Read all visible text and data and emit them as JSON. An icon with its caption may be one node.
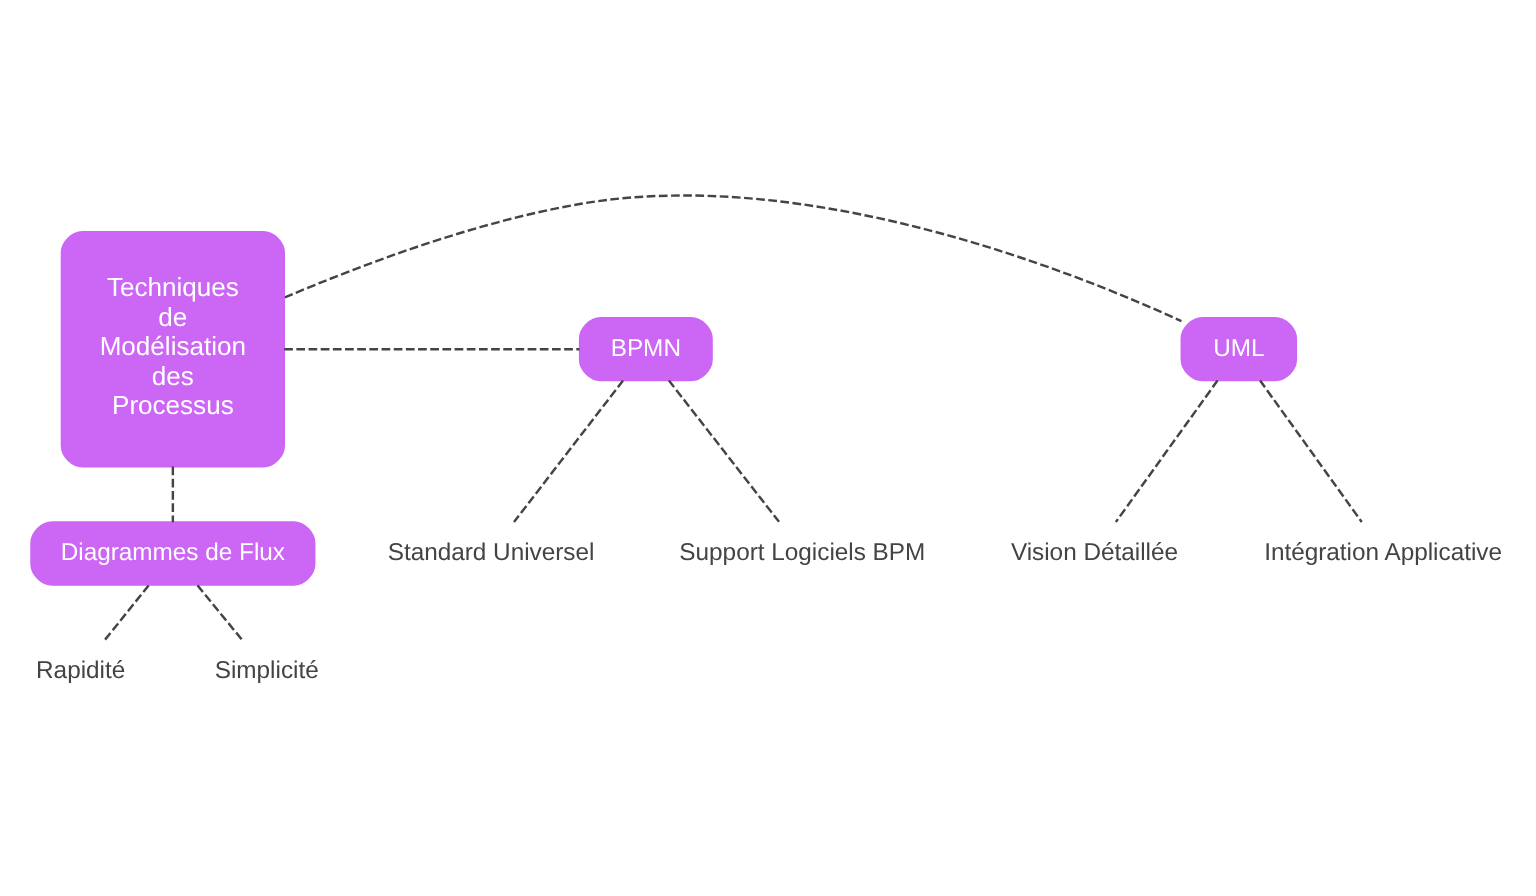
{
  "diagram": {
    "nodes": [
      {
        "text": [
          "Techniques de Modélisation des Processus"
        ]
      },
      {
        "text": [
          "BPMN"
        ]
      },
      {
        "text": [
          "Standard Universel"
        ]
      },
      {
        "text": [
          "Support Logiciels BPM"
        ]
      },
      {
        "text": [
          "UML"
        ]
      },
      {
        "text": [
          "Vision Détaillée"
        ]
      },
      {
        "text": [
          "Intégration Applicative"
        ]
      },
      {
        "text": [
          "Diagrammes de Flux"
        ]
      },
      {
        "text": [
          "Rapidité"
        ]
      },
      {
        "text": [
          "Simplicité"
        ]
      }
    ],
    "edges": [
      {
        "from": 0,
        "to": 1,
        "arrow": "none",
        "style": "dashed"
      },
      {
        "from": 1,
        "to": 2,
        "arrow": "none",
        "style": "dashed"
      },
      {
        "from": 1,
        "to": 3,
        "arrow": "none",
        "style": "dashed"
      },
      {
        "from": 0,
        "to": 4,
        "arrow": "none",
        "style": "dashed"
      },
      {
        "from": 4,
        "to": 5,
        "arrow": "none",
        "style": "dashed"
      },
      {
        "from": 4,
        "to": 6,
        "arrow": "none",
        "style": "dashed"
      },
      {
        "from": 0,
        "to": 7,
        "arrow": "none",
        "style": "dashed"
      },
      {
        "from": 7,
        "to": 8,
        "arrow": "none",
        "style": "dashed"
      },
      {
        "from": 7,
        "to": 9,
        "arrow": "none",
        "style": "dashed"
      }
    ]
  }
}
